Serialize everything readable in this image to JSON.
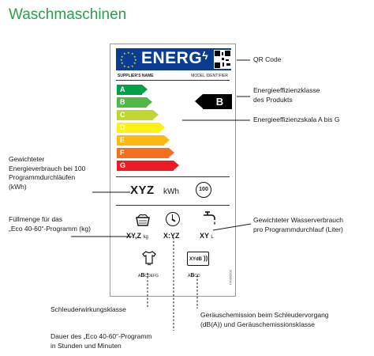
{
  "title": "Waschmaschinen",
  "label": {
    "energy_word": "ENERG",
    "supplier_name": "SUPPLIER'S NAME",
    "model_identifier": "MODEL IDENTIFIER",
    "scale": [
      {
        "letter": "A",
        "color": "#00a04a"
      },
      {
        "letter": "B",
        "color": "#52b847"
      },
      {
        "letter": "C",
        "color": "#bed630"
      },
      {
        "letter": "D",
        "color": "#fff212"
      },
      {
        "letter": "E",
        "color": "#fdb913"
      },
      {
        "letter": "F",
        "color": "#f37021"
      },
      {
        "letter": "G",
        "color": "#ed1c24"
      }
    ],
    "product_class": "B",
    "consumption_value": "XYZ",
    "consumption_unit": "kWh",
    "cycles_icon_text": "100",
    "capacity_value": "XY,Z",
    "capacity_unit": "kg",
    "duration_value": "X:YZ",
    "water_value": "XY",
    "water_unit": "L",
    "spin_scale_prefix": "A",
    "spin_scale_bold": "B",
    "spin_scale_suffix": "CDEFG",
    "noise_icon_text": "XYdB",
    "noise_scale_prefix": "A",
    "noise_scale_bold": "B",
    "noise_scale_suffix": "CD",
    "regulation_number": "2019/2014"
  },
  "annotations": {
    "qr_code": "QR Code",
    "efficiency_class": [
      "Energieeffizienzklasse",
      "des Produkts"
    ],
    "efficiency_scale": "Energieeffizienzskala A bis G",
    "weighted_energy": [
      "Gewichteter",
      "Energieverbrauch bei 100",
      "Programmdurchläufen",
      "(kWh)"
    ],
    "capacity": [
      "Füllmenge für das",
      "„Eco 40-60“-Programm (kg)"
    ],
    "water": [
      "Gewichteter Wasserverbrauch",
      "pro Programmdurchlauf (Liter)"
    ],
    "spin_class": "Schleuderwirkungsklasse",
    "noise": [
      "Geräuschemission beim Schleudervorgang",
      "(dB(A)) und Geräuschemissionsklasse"
    ],
    "duration": [
      "Dauer des „Eco 40-60“-Programm",
      "in Stunden und Minuten"
    ]
  },
  "colors": {
    "title": "#2e9b4e",
    "label_header": "#0a3d91",
    "eu_stars": "#ffd200",
    "arrow": "#000000"
  }
}
